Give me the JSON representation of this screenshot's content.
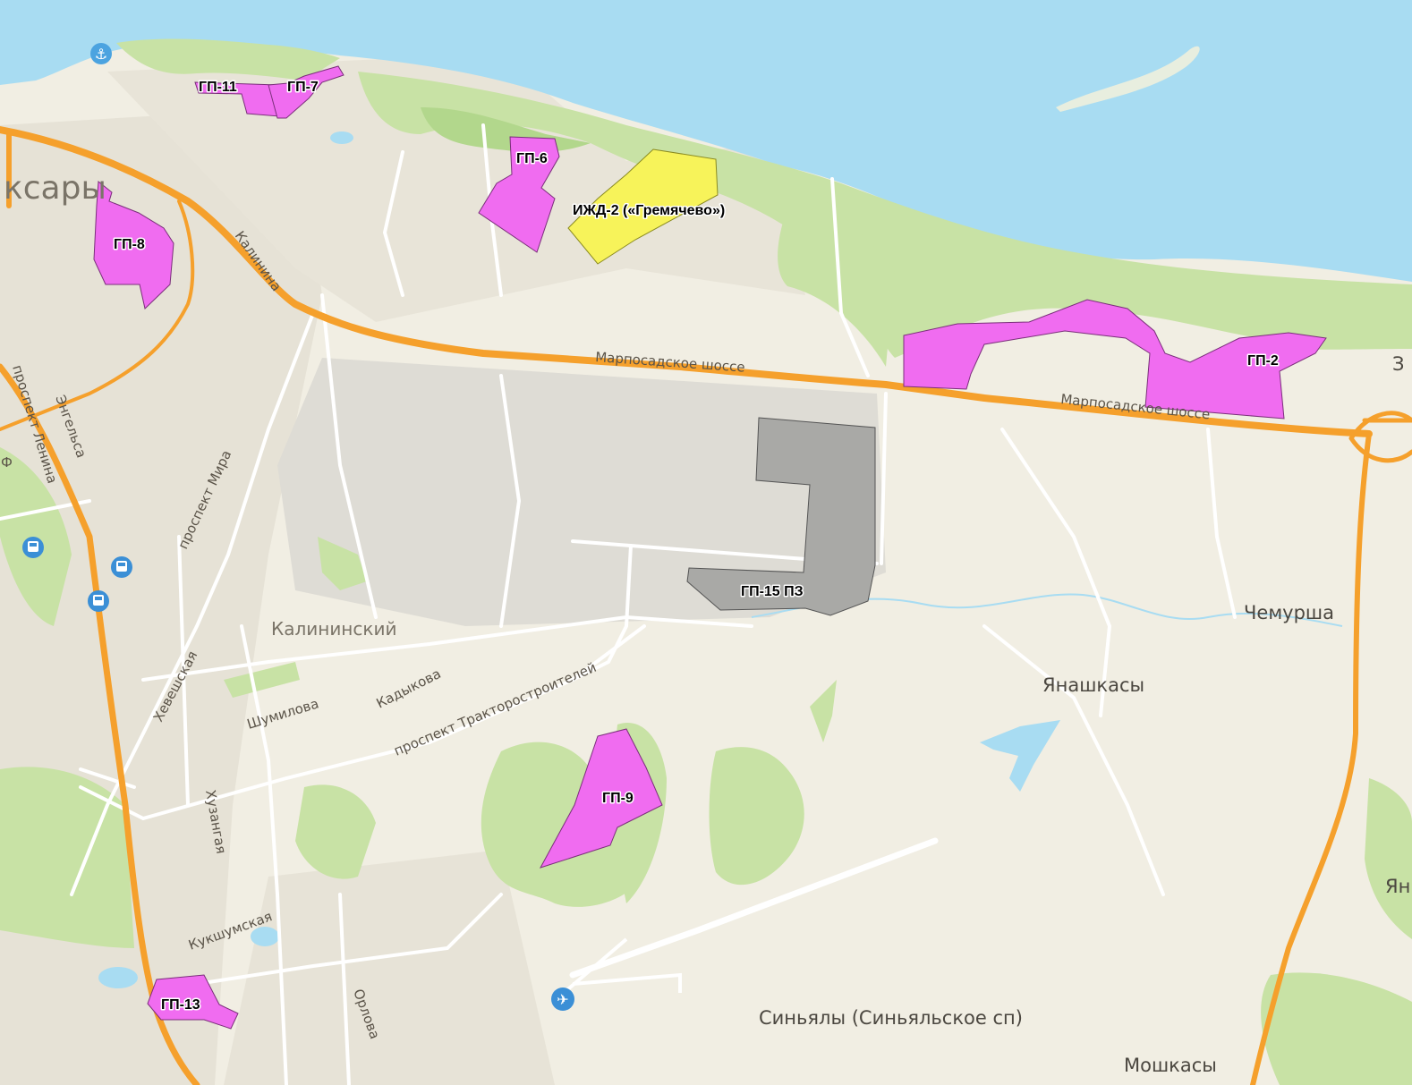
{
  "colors": {
    "land": "#f1eee3",
    "urban": "#e6e2d6",
    "industrial": "#dcdad3",
    "water": "#a8dcf2",
    "forest": "#c8e2a5",
    "forest_dark": "#b2d78c",
    "highway": "#f5a02c",
    "road": "#ffffff",
    "zone_gp": "#f06cf0",
    "zone_gp_stroke": "#7a2f7a",
    "zone_izhd": "#f7f35a",
    "zone_izhd_stroke": "#8a8a20",
    "zone_industrial": "#a9a9a6",
    "zone_industrial_stroke": "#555555"
  },
  "zones": {
    "gp11": "ГП-11",
    "gp7": "ГП-7",
    "gp6": "ГП-6",
    "izhd2": "ИЖД-2 («Гремячево»)",
    "gp8": "ГП-8",
    "gp2": "ГП-2",
    "gp15": "ГП-15 ПЗ",
    "gp9": "ГП-9",
    "gp13": "ГП-13"
  },
  "streets": {
    "kalinina": "Калинина",
    "marposad1": "Марпосадское шоссе",
    "marposad2": "Марпосадское шоссе",
    "lenina": "проспект Ленина",
    "engelsa": "Энгельса",
    "mira": "проспект Мира",
    "hevesh": "Хевешская",
    "shumilova": "Шумилова",
    "kadykova": "Кадыкова",
    "traktor": "проспект Тракторостроителей",
    "huzangaya": "Хузангая",
    "kukshum": "Кукшумская",
    "orlova": "Орлова"
  },
  "places": {
    "city_partial": "ксары",
    "kalininsky": "Калининский",
    "chemursha": "Чемурша",
    "yanashkasy": "Янашкасы",
    "sinyaly": "Синьялы (Синьяльское сп)",
    "moshkasy": "Мошкасы",
    "edge_right_1": "З",
    "edge_right_2": "Ян",
    "edge_left": "Ф"
  },
  "icons": {
    "anchor": "anchor-icon",
    "bus_stops": [
      "bus-stop-icon",
      "bus-stop-icon",
      "bus-stop-icon"
    ],
    "airport": "airport-icon"
  }
}
